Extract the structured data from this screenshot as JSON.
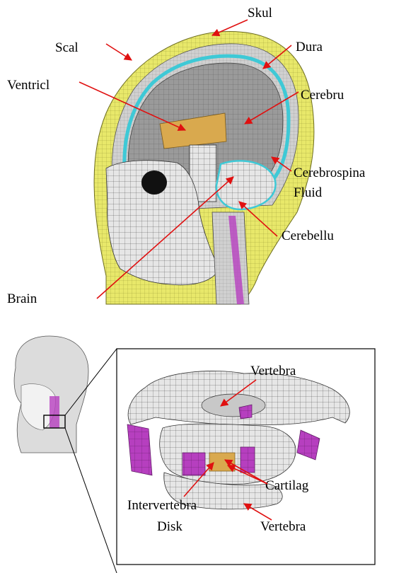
{
  "labels": {
    "skull": "Skul",
    "scalp": "Scal",
    "dura": "Dura",
    "ventricle": "Ventricl",
    "cerebrum": "Cerebru",
    "csf_line1": "Cerebrospina",
    "csf_line2": "Fluid",
    "cerebellum": "Cerebellu",
    "brain": "Brain",
    "vertebra_top": "Vertebra",
    "cartilage": "Cartilag",
    "disk_line1": "Intervertebra",
    "disk_line2": "Disk",
    "vertebra_bottom": "Vertebra"
  },
  "colors": {
    "scalp": "#e8e86a",
    "skull": "#cfcfcf",
    "csf": "#3ec9d6",
    "brain": "#9a9a9a",
    "ventricle": "#d9a94e",
    "cartilage_purple": "#b63fbf",
    "disk": "#d9a94e",
    "arrow": "#e01010"
  }
}
